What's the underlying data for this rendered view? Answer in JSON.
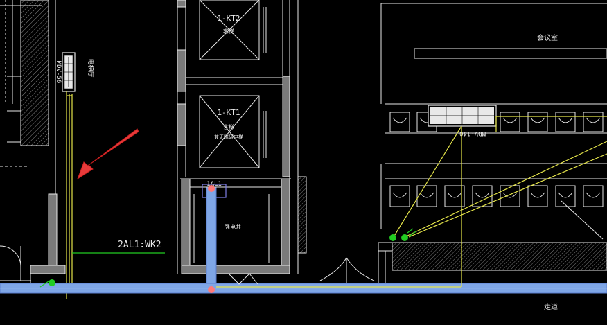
{
  "labels": {
    "unit_1": "MDV-56",
    "room_1": "电梯厅",
    "kt2_id": "1-KT2",
    "kt2_name": "客梯",
    "kt1_id": "1-KT1",
    "kt1_name": "客梯",
    "kt1_sub": "兼无障碍电梯",
    "room_2": "强电井",
    "panel": "1AL1",
    "circuit": "2AL1:WK2",
    "meeting_room": "会议室",
    "unit_2": "MDV-140",
    "corridor": "走道"
  },
  "colors": {
    "background": "#000000",
    "wall": "#e8e8e8",
    "wall_fill": "#7a7a7a",
    "wire_yellow": "#e6e64a",
    "wire_green": "#22cc22",
    "tray_blue": "#7fa6e6",
    "tray_edge": "#5b7fd0",
    "marker_red": "#ff7a7a",
    "arrow_red": "#e83a3a"
  },
  "icons": {
    "arrow": "annotation-arrow",
    "node": "junction-node"
  }
}
